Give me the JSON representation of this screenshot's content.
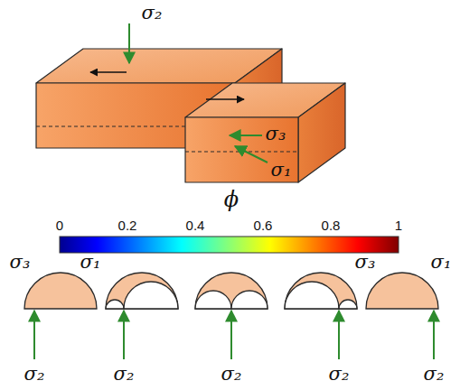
{
  "diagram": {
    "labels": [
      "σ₂",
      "σ₃",
      "σ₁",
      "ϕ",
      "0",
      "0.2",
      "0.4",
      "0.6",
      "0.8",
      "1",
      "σ₃",
      "σ₁",
      "σ₃",
      "σ₁",
      "σ₂",
      "σ₂",
      "σ₂",
      "σ₂",
      "σ₂"
    ]
  }
}
